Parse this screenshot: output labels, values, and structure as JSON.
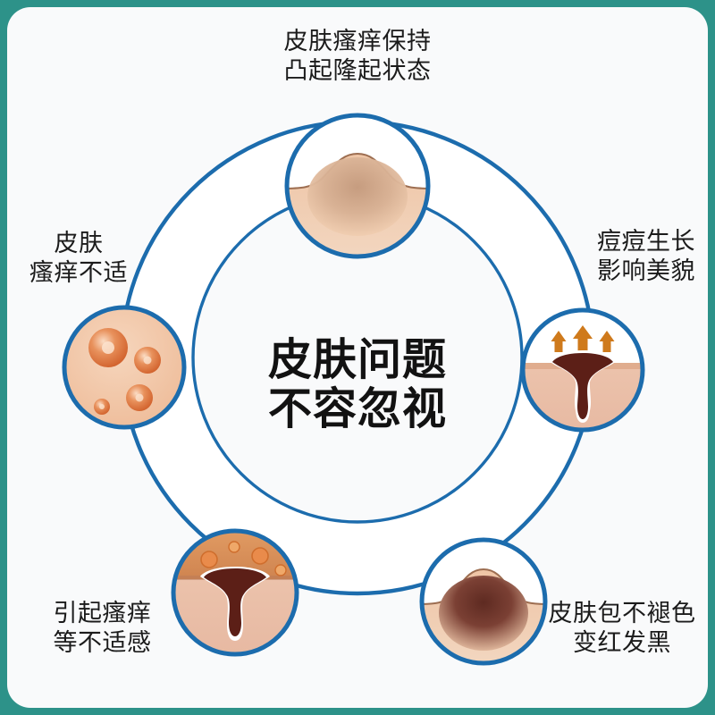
{
  "frame": {
    "border_color": "#2d9289",
    "card_background": "#f9fafb"
  },
  "palette": {
    "ring_blue": "#1c6cad",
    "skin_light": "#f2cdaf",
    "skin_mid": "#e3b491",
    "skin_deep": "#b98c6e",
    "lesion_dark": "#5c1f17",
    "arrow_orange": "#cf7a1c",
    "pimple_orange": "#e2743a",
    "text_dark": "#1b1b1b"
  },
  "center": {
    "title": "皮肤问题\n不容忽视"
  },
  "nodes": [
    {
      "id": "top",
      "label": "皮肤瘙痒保持\n凸起隆起状态",
      "icon": "raised-skin-bump-icon",
      "position": "top"
    },
    {
      "id": "right",
      "label": "痘痘生长\n影响美貌",
      "icon": "clogged-pore-arrows-icon",
      "position": "right"
    },
    {
      "id": "bottom-right",
      "label": "皮肤包不褪色\n变红发黑",
      "icon": "dark-red-lesion-icon",
      "position": "bottom-right"
    },
    {
      "id": "bottom-left",
      "label": "引起瘙痒\n等不适感",
      "icon": "inflamed-pore-bubbles-icon",
      "position": "bottom-left"
    },
    {
      "id": "left",
      "label": "皮肤\n瘙痒不适",
      "icon": "multiple-pimples-icon",
      "position": "left"
    }
  ]
}
